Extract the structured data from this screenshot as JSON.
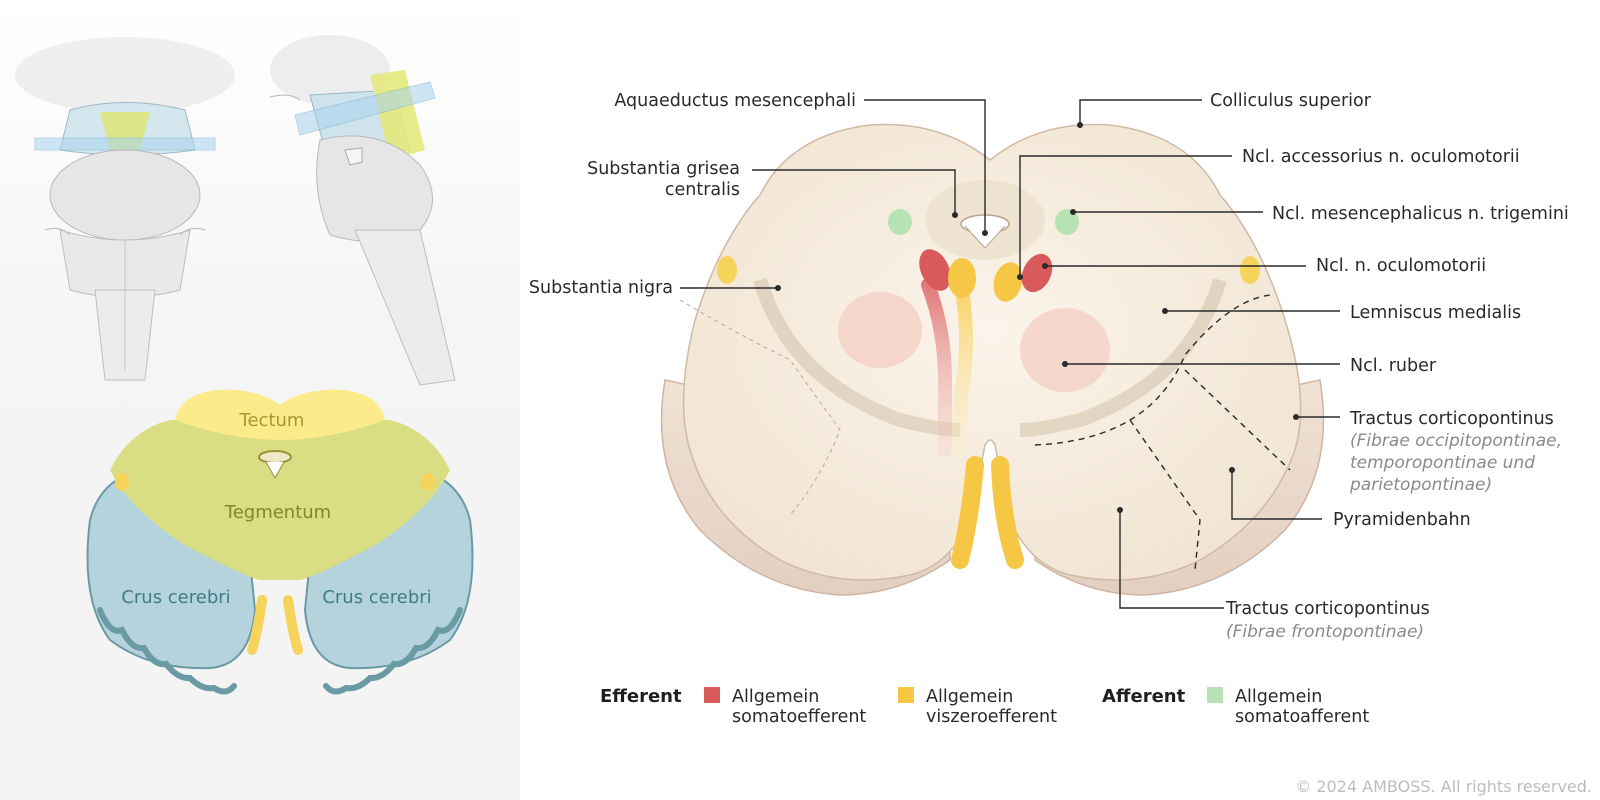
{
  "legend": {
    "efferent_heading": "Efferent",
    "afferent_heading": "Afferent",
    "items": [
      {
        "line1": "Allgemein",
        "line2": "somatoefferent",
        "color": "#d85a5a"
      },
      {
        "line1": "Allgemein",
        "line2": "viszeroefferent",
        "color": "#f6c744"
      },
      {
        "line1": "Allgemein",
        "line2": "somatoafferent",
        "color": "#b7e2b4"
      }
    ]
  },
  "overview": {
    "tectum": "Tectum",
    "tegmentum": "Tegmentum",
    "crus_left": "Crus cerebri",
    "crus_right": "Crus cerebri",
    "colors": {
      "tectum": "#fbeb8a",
      "tegmentum": "#d9dd84",
      "crus": "#b5d3dc",
      "crus_edge": "#6a9aa3"
    }
  },
  "labels": {
    "aquaeductus": "Aquaeductus mesencephali",
    "colliculus": "Colliculus superior",
    "substantia_grisea_1": "Substantia grisea",
    "substantia_grisea_2": "centralis",
    "ncl_accessorius": "Ncl. accessorius n. oculomotorii",
    "ncl_mesencephalicus": "Ncl. mesencephalicus n. trigemini",
    "ncl_oculomotorii": "Ncl. n. oculomotorii",
    "substantia_nigra": "Substantia nigra",
    "lemniscus": "Lemniscus medialis",
    "ncl_ruber": "Ncl. ruber",
    "tractus_cp_1": "Tractus corticopontinus",
    "tractus_cp_sub1": "(Fibrae occipitopontinae,",
    "tractus_cp_sub2": "temporopontinae und",
    "tractus_cp_sub3": "parietopontinae)",
    "pyramidenbahn": "Pyramidenbahn",
    "tractus_cp_2": "Tractus corticopontinus",
    "tractus_cp_2_sub": "(Fibrae frontopontinae)"
  },
  "copyright": "© 2024 AMBOSS. All rights reserved."
}
